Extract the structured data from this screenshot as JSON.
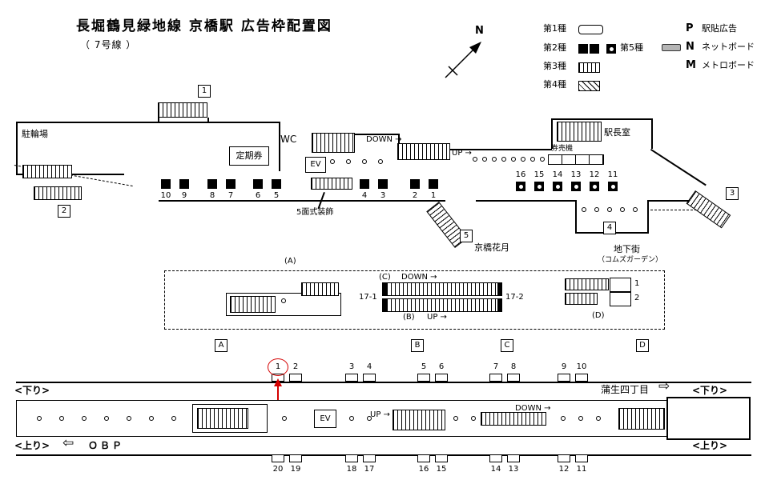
{
  "title": "長堀鶴見緑地線 京橋駅 広告枠配置図",
  "subtitle": "（ 7号線 ）",
  "compass_n": "N",
  "legend": {
    "type1": "第1種",
    "type2": "第2種",
    "type3": "第3種",
    "type4": "第4種",
    "type5": "第5種",
    "p_code": "P",
    "p_label": "駅貼広告",
    "n_code": "N",
    "n_label": "ネットボード",
    "m_code": "M",
    "m_label": "メトロボード"
  },
  "concourse": {
    "bicycle_parking": "駐輪場",
    "commuter_pass": "定期券",
    "wc": "WC",
    "ev": "EV",
    "down": "DOWN →",
    "up": "UP →",
    "ticket_machines": "券売機",
    "station_office": "駅長室",
    "five_face": "5面式装飾",
    "kagetsu": "京橋花月",
    "marker1": "1",
    "marker2": "2",
    "marker3": "3",
    "marker4": "4",
    "marker5": "5",
    "left_ads": [
      "10",
      "9",
      "8",
      "7",
      "6",
      "5",
      "4",
      "3",
      "2",
      "1"
    ],
    "right_ads": [
      "16",
      "15",
      "14",
      "13",
      "12",
      "11"
    ]
  },
  "mezzanine": {
    "a": "(A)",
    "b": "(B)",
    "c": "(C)",
    "d": "(D)",
    "down": "DOWN →",
    "up": "UP →",
    "esc_left": "17-1",
    "esc_right": "17-2",
    "mall": "地下街",
    "mall_sub": "（コムズガーデン）",
    "d1": "1",
    "d2": "2"
  },
  "stair_boxes": [
    "A",
    "B",
    "C",
    "D"
  ],
  "platform": {
    "kudari": "<下り>",
    "nobori": "<上り>",
    "gamo": "蒲生四丁目",
    "arrow_right": "⇨",
    "arrow_left": "⇦",
    "obp": "ＯＢＰ",
    "ev": "EV",
    "up": "UP →",
    "down": "DOWN →",
    "top_ads": [
      "1",
      "2",
      "3",
      "4",
      "5",
      "6",
      "7",
      "8",
      "9",
      "10"
    ],
    "bottom_ads": [
      "20",
      "19",
      "18",
      "17",
      "16",
      "15",
      "14",
      "13",
      "12",
      "11"
    ]
  }
}
